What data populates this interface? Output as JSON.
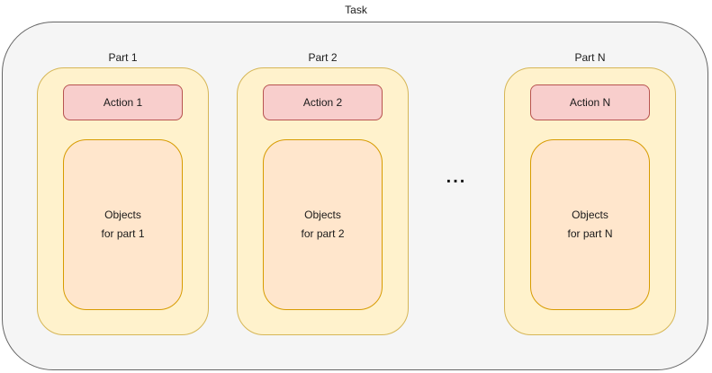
{
  "diagram": {
    "title": "Task",
    "ellipsis": "...",
    "colors": {
      "container_fill": "#f5f5f5",
      "container_stroke": "#666666",
      "part_fill": "#fff2cc",
      "part_stroke": "#d6b656",
      "action_fill": "#f8cecc",
      "action_stroke": "#b85450",
      "objects_fill": "#ffe6cc",
      "objects_stroke": "#d79b00",
      "text": "#1a1a1a"
    },
    "parts": [
      {
        "label": "Part 1",
        "action": "Action 1",
        "objects_line1": "Objects",
        "objects_line2": "for part 1"
      },
      {
        "label": "Part 2",
        "action": "Action 2",
        "objects_line1": "Objects",
        "objects_line2": "for part 2"
      },
      {
        "label": "Part N",
        "action": "Action N",
        "objects_line1": "Objects",
        "objects_line2": "for part N"
      }
    ]
  }
}
